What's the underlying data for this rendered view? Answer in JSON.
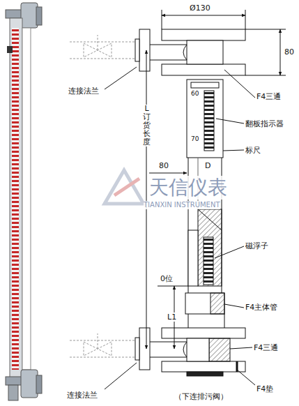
{
  "diagram": {
    "labels": [
      "Ø130",
      "80",
      "连接法兰",
      "F4三通",
      "60",
      "70",
      "翻板指示器",
      "标尺",
      "80",
      "D",
      "L订货长度",
      "磁浮子",
      "0位",
      "L1",
      "F4主体管",
      "F4三通",
      "连接法兰",
      "（下连排污阀）",
      "F4垫",
      "天信仪表",
      "TIANXIN INSTRUMENT"
    ]
  }
}
